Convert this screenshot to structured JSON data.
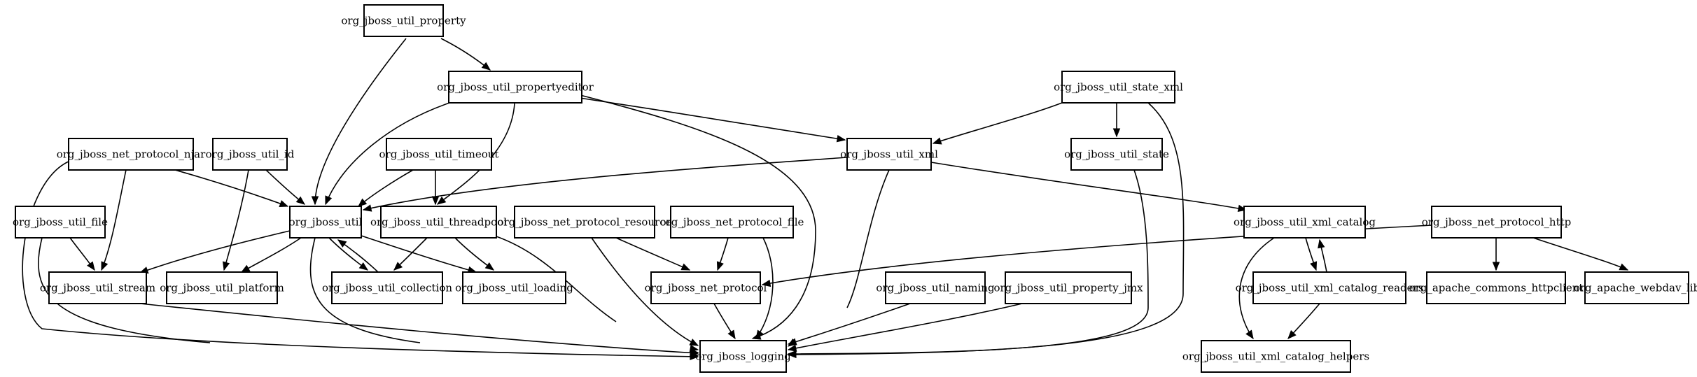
{
  "graph": {
    "nodes": [
      {
        "id": "org_jboss_util_property",
        "label": "org_jboss_util_property"
      },
      {
        "id": "org_jboss_util_propertyeditor",
        "label": "org_jboss_util_propertyeditor"
      },
      {
        "id": "org_jboss_util_state_xml",
        "label": "org_jboss_util_state_xml"
      },
      {
        "id": "org_jboss_net_protocol_njar",
        "label": "org_jboss_net_protocol_njar"
      },
      {
        "id": "org_jboss_util_id",
        "label": "org_jboss_util_id"
      },
      {
        "id": "org_jboss_util_timeout",
        "label": "org_jboss_util_timeout"
      },
      {
        "id": "org_jboss_util_xml",
        "label": "org_jboss_util_xml"
      },
      {
        "id": "org_jboss_util_state",
        "label": "org_jboss_util_state"
      },
      {
        "id": "org_jboss_util_file",
        "label": "org_jboss_util_file"
      },
      {
        "id": "org_jboss_util",
        "label": "org_jboss_util"
      },
      {
        "id": "org_jboss_util_threadpool",
        "label": "org_jboss_util_threadpool"
      },
      {
        "id": "org_jboss_net_protocol_resource",
        "label": "org_jboss_net_protocol_resource"
      },
      {
        "id": "org_jboss_net_protocol_file",
        "label": "org_jboss_net_protocol_file"
      },
      {
        "id": "org_jboss_util_xml_catalog",
        "label": "org_jboss_util_xml_catalog"
      },
      {
        "id": "org_jboss_net_protocol_http",
        "label": "org_jboss_net_protocol_http"
      },
      {
        "id": "org_jboss_util_stream",
        "label": "org_jboss_util_stream"
      },
      {
        "id": "org_jboss_util_platform",
        "label": "org_jboss_util_platform"
      },
      {
        "id": "org_jboss_util_collection",
        "label": "org_jboss_util_collection"
      },
      {
        "id": "org_jboss_util_loading",
        "label": "org_jboss_util_loading"
      },
      {
        "id": "org_jboss_net_protocol",
        "label": "org_jboss_net_protocol"
      },
      {
        "id": "org_jboss_util_naming",
        "label": "org_jboss_util_naming"
      },
      {
        "id": "org_jboss_util_property_jmx",
        "label": "org_jboss_util_property_jmx"
      },
      {
        "id": "org_jboss_util_xml_catalog_readers",
        "label": "org_jboss_util_xml_catalog_readers"
      },
      {
        "id": "org_apache_commons_httpclient",
        "label": "org_apache_commons_httpclient"
      },
      {
        "id": "org_apache_webdav_lib",
        "label": "org_apache_webdav_lib"
      },
      {
        "id": "org_jboss_logging",
        "label": "org_jboss_logging"
      },
      {
        "id": "org_jboss_util_xml_catalog_helpers",
        "label": "org_jboss_util_xml_catalog_helpers"
      }
    ],
    "edges": [
      {
        "from": "org_jboss_util_property",
        "to": "org_jboss_util_propertyeditor"
      },
      {
        "from": "org_jboss_util_property",
        "to": "org_jboss_util"
      },
      {
        "from": "org_jboss_util_propertyeditor",
        "to": "org_jboss_util"
      },
      {
        "from": "org_jboss_util_propertyeditor",
        "to": "org_jboss_util_threadpool"
      },
      {
        "from": "org_jboss_util_propertyeditor",
        "to": "org_jboss_util_xml"
      },
      {
        "from": "org_jboss_util_propertyeditor",
        "to": "org_jboss_logging"
      },
      {
        "from": "org_jboss_util_state_xml",
        "to": "org_jboss_util_xml"
      },
      {
        "from": "org_jboss_util_state_xml",
        "to": "org_jboss_util_state"
      },
      {
        "from": "org_jboss_util_state_xml",
        "to": "org_jboss_logging"
      },
      {
        "from": "org_jboss_net_protocol_njar",
        "to": "org_jboss_util"
      },
      {
        "from": "org_jboss_net_protocol_njar",
        "to": "org_jboss_util_stream"
      },
      {
        "from": "org_jboss_net_protocol_njar",
        "to": "org_jboss_logging"
      },
      {
        "from": "org_jboss_util_id",
        "to": "org_jboss_util"
      },
      {
        "from": "org_jboss_util_id",
        "to": "org_jboss_util_platform"
      },
      {
        "from": "org_jboss_util_timeout",
        "to": "org_jboss_util"
      },
      {
        "from": "org_jboss_util_timeout",
        "to": "org_jboss_util_threadpool"
      },
      {
        "from": "org_jboss_util_xml",
        "to": "org_jboss_util"
      },
      {
        "from": "org_jboss_util_xml",
        "to": "org_jboss_util_xml_catalog"
      },
      {
        "from": "org_jboss_util_xml",
        "to": "org_jboss_logging"
      },
      {
        "from": "org_jboss_util_state",
        "to": "org_jboss_logging"
      },
      {
        "from": "org_jboss_util_file",
        "to": "org_jboss_util_stream"
      },
      {
        "from": "org_jboss_util_file",
        "to": "org_jboss_logging"
      },
      {
        "from": "org_jboss_util",
        "to": "org_jboss_util_stream"
      },
      {
        "from": "org_jboss_util",
        "to": "org_jboss_util_platform"
      },
      {
        "from": "org_jboss_util",
        "to": "org_jboss_util_collection"
      },
      {
        "from": "org_jboss_util",
        "to": "org_jboss_util_loading"
      },
      {
        "from": "org_jboss_util",
        "to": "org_jboss_logging"
      },
      {
        "from": "org_jboss_util_collection",
        "to": "org_jboss_util"
      },
      {
        "from": "org_jboss_util_threadpool",
        "to": "org_jboss_util_collection"
      },
      {
        "from": "org_jboss_util_threadpool",
        "to": "org_jboss_util_loading"
      },
      {
        "from": "org_jboss_util_threadpool",
        "to": "org_jboss_logging"
      },
      {
        "from": "org_jboss_net_protocol_resource",
        "to": "org_jboss_net_protocol"
      },
      {
        "from": "org_jboss_net_protocol_resource",
        "to": "org_jboss_logging"
      },
      {
        "from": "org_jboss_net_protocol_file",
        "to": "org_jboss_net_protocol"
      },
      {
        "from": "org_jboss_net_protocol_file",
        "to": "org_jboss_logging"
      },
      {
        "from": "org_jboss_net_protocol",
        "to": "org_jboss_logging"
      },
      {
        "from": "org_jboss_util_xml_catalog",
        "to": "org_jboss_util_xml_catalog_readers"
      },
      {
        "from": "org_jboss_util_xml_catalog",
        "to": "org_jboss_util_xml_catalog_helpers"
      },
      {
        "from": "org_jboss_util_xml_catalog_readers",
        "to": "org_jboss_util_xml_catalog"
      },
      {
        "from": "org_jboss_util_xml_catalog_readers",
        "to": "org_jboss_util_xml_catalog_helpers"
      },
      {
        "from": "org_jboss_net_protocol_http",
        "to": "org_jboss_net_protocol"
      },
      {
        "from": "org_jboss_net_protocol_http",
        "to": "org_apache_commons_httpclient"
      },
      {
        "from": "org_jboss_net_protocol_http",
        "to": "org_apache_webdav_lib"
      },
      {
        "from": "org_jboss_util_stream",
        "to": "org_jboss_logging"
      },
      {
        "from": "org_jboss_util_naming",
        "to": "org_jboss_logging"
      },
      {
        "from": "org_jboss_util_property_jmx",
        "to": "org_jboss_logging"
      }
    ]
  }
}
